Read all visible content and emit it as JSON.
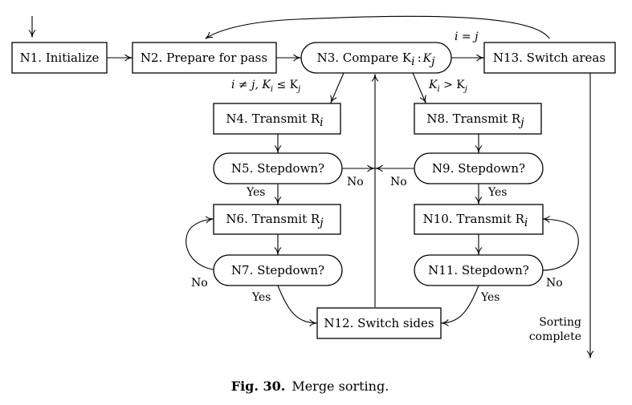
{
  "nodes": {
    "n1": "N1. Initialize",
    "n2": "N2. Prepare for pass",
    "n3": "N3. Compare K",
    "n3_sub_i": "i",
    "n3_colon": ":",
    "n3_K": "K",
    "n3_sub_j": "j",
    "n4": "N4. Transmit R",
    "n4_sub": "i",
    "n5": "N5. Stepdown?",
    "n6": "N6. Transmit R",
    "n6_sub": "j",
    "n7": "N7. Stepdown?",
    "n8": "N8. Transmit R",
    "n8_sub": "j",
    "n9": "N9. Stepdown?",
    "n10": "N10. Transmit R",
    "n10_sub": "i",
    "n11": "N11. Stepdown?",
    "n12": "N12. Switch sides",
    "n13": "N13. Switch areas"
  },
  "edge_labels": {
    "eq": "i = j",
    "neq_part1": "i ≠ j, K",
    "neq_sub_i": "i",
    "neq_part2": " ≤ K",
    "neq_sub_j": "j",
    "gt_K1": "K",
    "gt_sub_i": "i",
    "gt_mid": " > K",
    "gt_sub_j": "j",
    "yes": "Yes",
    "no": "No",
    "sorting_complete_1": "Sorting",
    "sorting_complete_2": "complete"
  },
  "caption": {
    "label": "Fig. 30.",
    "text": "Merge sorting."
  }
}
